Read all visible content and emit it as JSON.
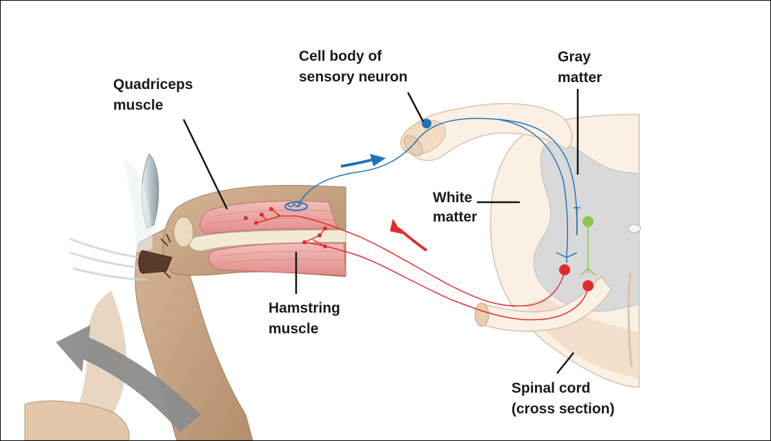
{
  "labels": {
    "cell_body": [
      "Cell body of",
      "sensory neuron"
    ],
    "quadriceps": [
      "Quadriceps",
      "muscle"
    ],
    "gray_matter": [
      "Gray",
      "matter"
    ],
    "white_matter": [
      "White",
      "matter"
    ],
    "hamstring": [
      "Hamstring",
      "muscle"
    ],
    "spinal_cord": [
      "Spinal cord",
      "(cross section)"
    ]
  },
  "colors": {
    "sensory_neuron": "#1e72b8",
    "motor_neuron": "#e32b2b",
    "interneuron": "#8cc84b",
    "gray_matter": "#d9d9d9",
    "white_matter": "#fbf0e4",
    "skin": "#c9a789",
    "muscle": "#eba7a5",
    "leader_line": "#111111",
    "movement_arrow": "#8c8c8c"
  },
  "icons": {
    "reflex_hammer": "reflex-hammer-icon",
    "movement_arrow": "curved-arrow-icon"
  }
}
